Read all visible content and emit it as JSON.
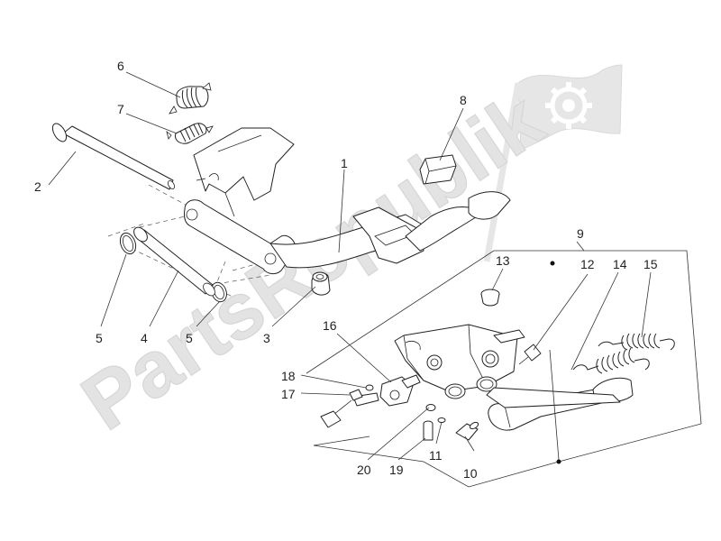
{
  "watermark": {
    "text": "PartsRepublik",
    "icon": "gear-flag-logo",
    "fill": "#e3e3e3"
  },
  "callouts": [
    "1",
    "2",
    "3",
    "4",
    "5",
    "5",
    "6",
    "7",
    "8",
    "9",
    "10",
    "11",
    "12",
    "13",
    "14",
    "15",
    "16",
    "17",
    "18",
    "19",
    "20"
  ]
}
